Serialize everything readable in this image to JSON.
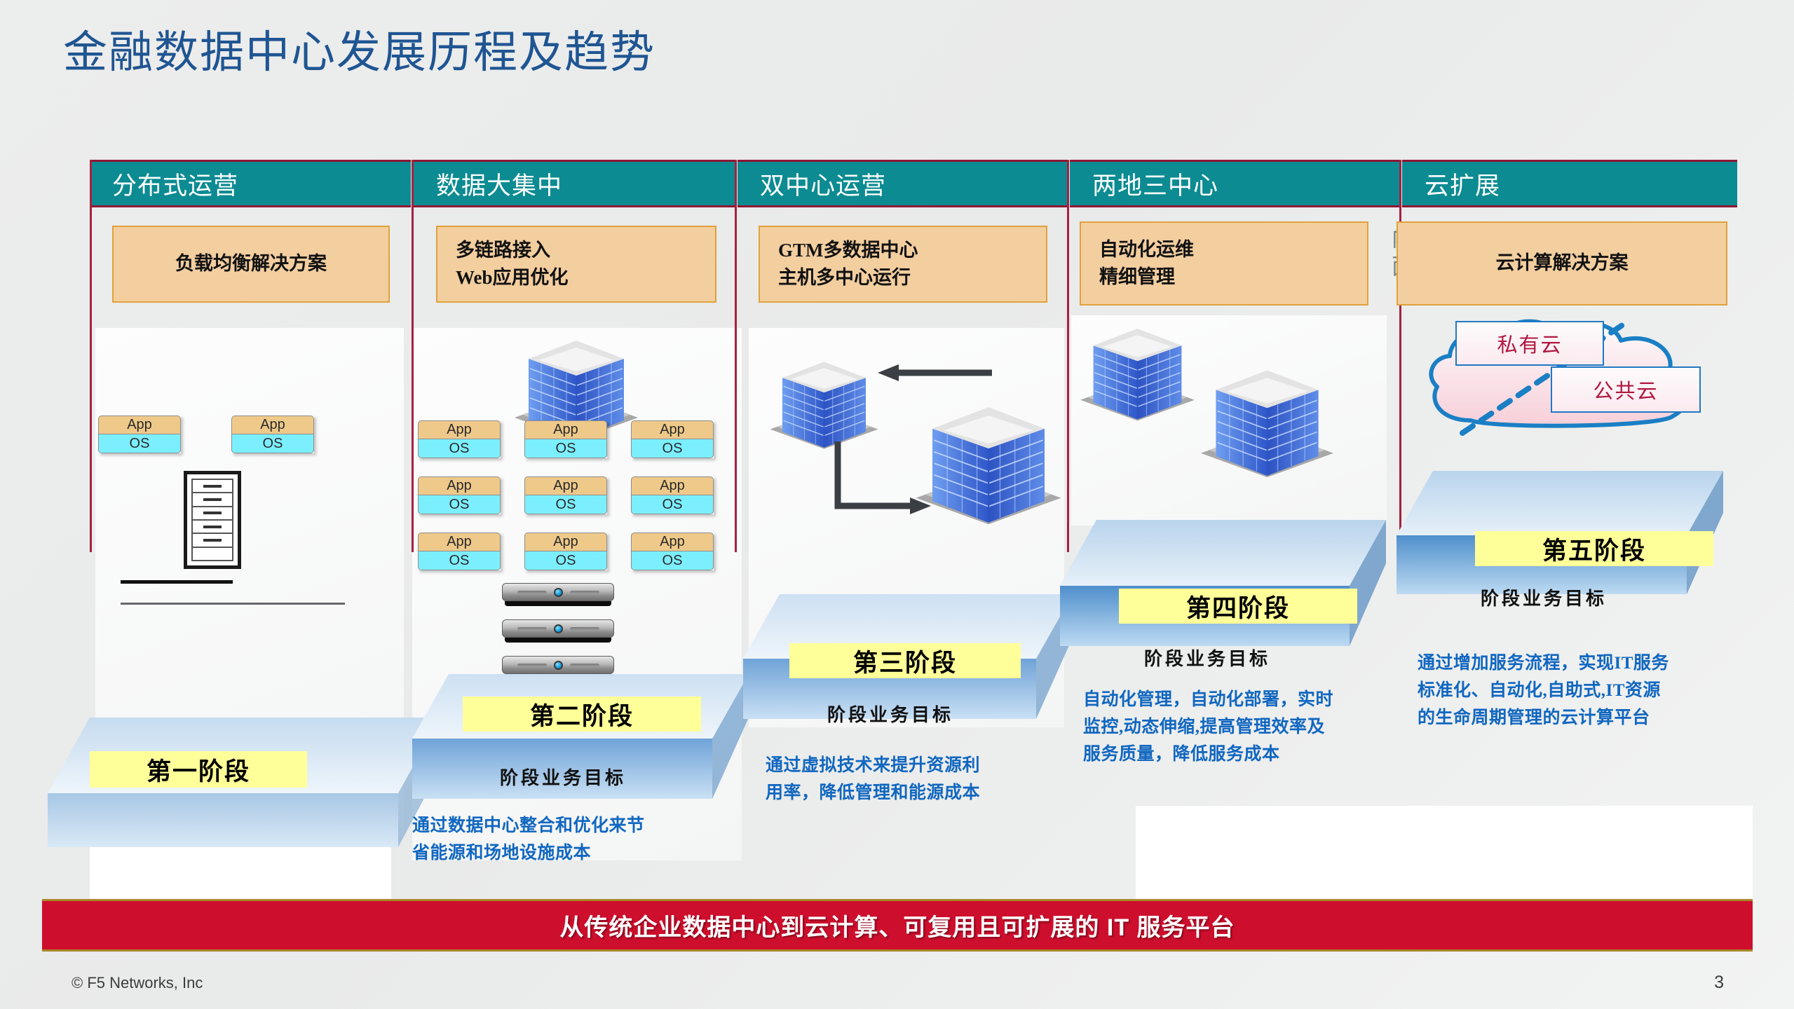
{
  "title": "金融数据中心发展历程及趋势",
  "banner": "从传统企业数据中心到云计算、可复用且可扩展的 IT 服务平台",
  "footer": {
    "copyright": "© F5 Networks, Inc",
    "page": "3"
  },
  "labels": {
    "app": "App",
    "os": "OS",
    "stage_goal": "阶段业务目标",
    "ghost_line1": "内",
    "ghost_line2": "面"
  },
  "colors": {
    "header_bg": "#0c8b92",
    "header_border": "#8e1734",
    "solution_bg": "#f3ce9f",
    "solution_border": "#e0a23c",
    "stage_label_bg": "#ffff99",
    "desc_text": "#1167c0",
    "banner_bg": "#ce0e2d",
    "banner_border": "#a8882a",
    "title_text": "#1f5592",
    "cloud_outline": "#2178c4",
    "cloud_label_text": "#b01840"
  },
  "columns": [
    {
      "header": "分布式运营",
      "solution": [
        "负载均衡解决方案"
      ],
      "solution_align": "center",
      "stage": "第一阶段",
      "goal": "",
      "desc": ""
    },
    {
      "header": "数据大集中",
      "solution": [
        "多链路接入",
        "Web应用优化"
      ],
      "solution_align": "left",
      "stage": "第二阶段",
      "goal": "阶段业务目标",
      "desc": "通过数据中心整合和优化来节\n省能源和场地设施成本"
    },
    {
      "header": "双中心运营",
      "solution": [
        "GTM多数据中心",
        "主机多中心运行"
      ],
      "solution_align": "left",
      "stage": "第三阶段",
      "goal": "阶段业务目标",
      "desc": "通过虚拟技术来提升资源利\n用率，降低管理和能源成本"
    },
    {
      "header": "两地三中心",
      "solution": [
        "自动化运维",
        "精细管理"
      ],
      "solution_align": "left",
      "stage": "第四阶段",
      "goal": "阶段业务目标",
      "desc": "自动化管理，自动化部署，实时\n监控,动态伸缩,提高管理效率及\n服务质量，降低服务成本"
    },
    {
      "header": "云扩展",
      "solution": [
        "云计算解决方案"
      ],
      "solution_align": "center",
      "stage": "第五阶段",
      "goal": "阶段业务目标",
      "desc": "通过增加服务流程，实现IT服务\n标准化、自动化,自助式,IT资源\n的生命周期管理的云计算平台"
    }
  ],
  "cloud": {
    "private": "私有云",
    "public": "公共云"
  }
}
